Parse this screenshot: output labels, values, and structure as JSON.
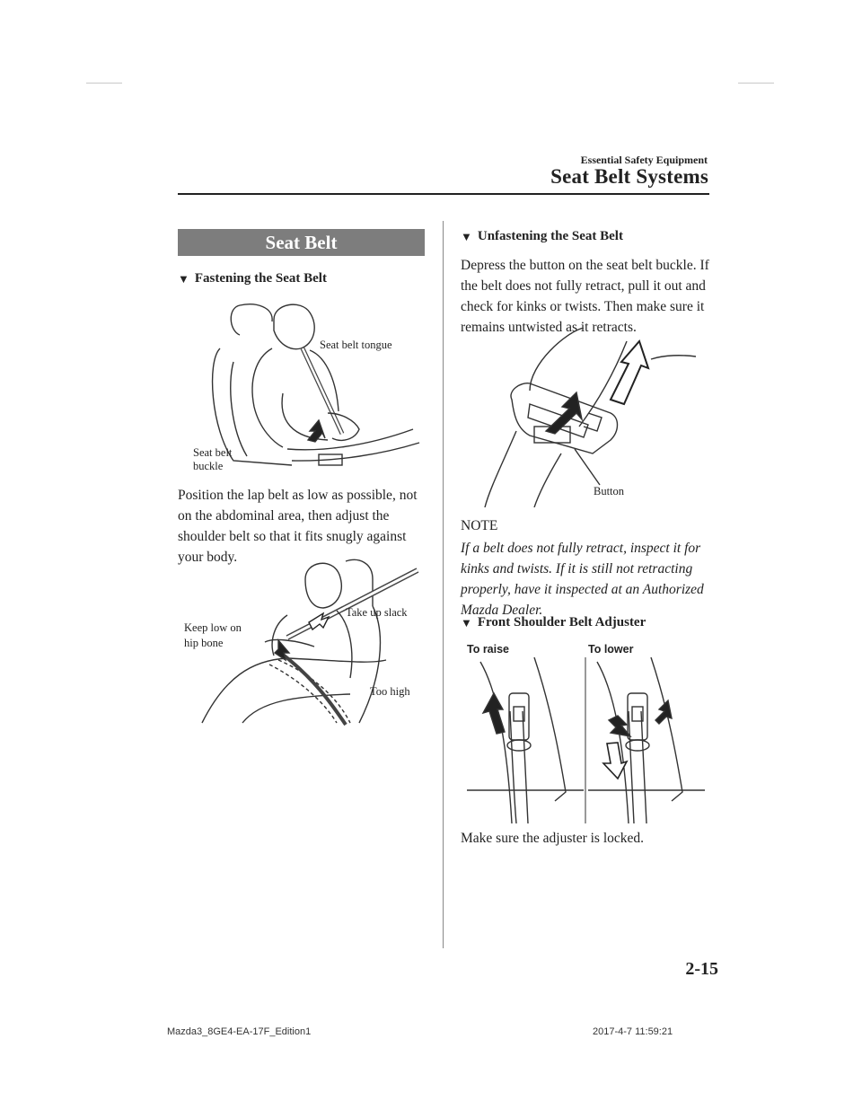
{
  "header": {
    "category": "Essential Safety Equipment",
    "section_title": "Seat Belt Systems"
  },
  "left_column": {
    "banner": "Seat Belt",
    "fastening": {
      "heading": "Fastening the Seat Belt",
      "figure_labels": {
        "tongue": "Seat belt tongue",
        "buckle_line1": "Seat belt",
        "buckle_line2": "buckle"
      },
      "paragraph": "Position the lap belt as low as possible, not on the abdominal area, then adjust the shoulder belt so that it fits snugly against your body."
    },
    "lap_figure_labels": {
      "take_up_slack": "Take up slack",
      "keep_low_line1": "Keep low on",
      "keep_low_line2": "hip bone",
      "too_high": "Too high"
    }
  },
  "right_column": {
    "unfastening": {
      "heading": "Unfastening the Seat Belt",
      "paragraph": "Depress the button on the seat belt buckle. If the belt does not fully retract, pull it out and check for kinks or twists. Then make sure it remains untwisted as it retracts.",
      "figure_labels": {
        "button": "Button"
      }
    },
    "note": {
      "title": "NOTE",
      "text": "If a belt does not fully retract, inspect it for kinks and twists. If it is still not retracting properly, have it inspected at an Authorized Mazda Dealer."
    },
    "adjuster": {
      "heading": "Front Shoulder Belt Adjuster",
      "figure_labels": {
        "raise": "To raise",
        "lower": "To lower"
      },
      "paragraph": "Make sure the adjuster is locked."
    }
  },
  "footer": {
    "page_number": "2-15",
    "doc_id": "Mazda3_8GE4-EA-17F_Edition1",
    "timestamp": "2017-4-7 11:59:21"
  }
}
